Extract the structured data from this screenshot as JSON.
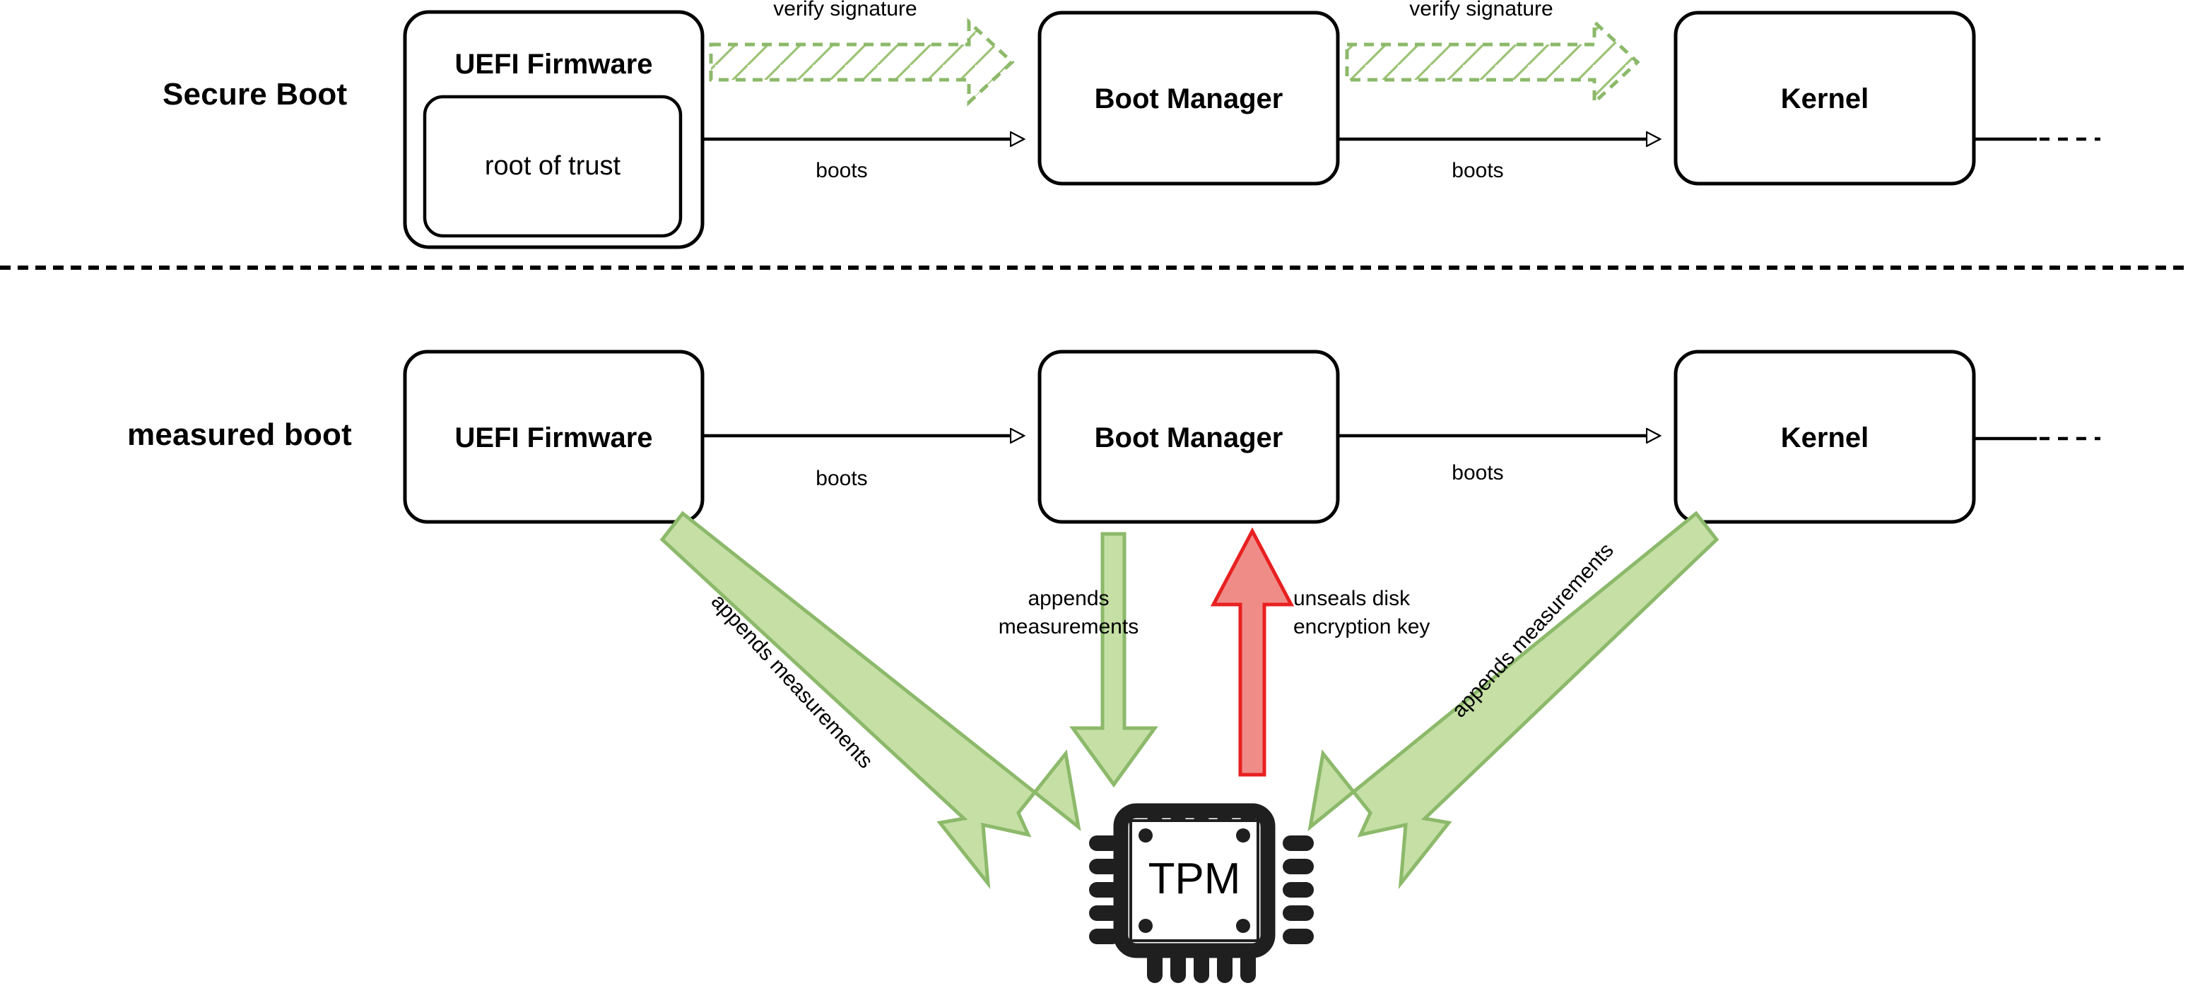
{
  "diagram": {
    "title_hidden": "Secure Boot and Measured Boot",
    "rows": [
      {
        "id": "secure-boot",
        "label": "Secure Boot",
        "nodes": [
          {
            "id": "uefi-firmware-top",
            "label": "UEFI Firmware",
            "inner_label": "root of trust"
          },
          {
            "id": "boot-manager-top",
            "label": "Boot Manager"
          },
          {
            "id": "kernel-top",
            "label": "Kernel"
          }
        ],
        "edges": [
          {
            "id": "verify-1",
            "label": "verify signature",
            "style": "dashed-block-arrow",
            "color": "#8cb96a"
          },
          {
            "id": "boots-1",
            "label": "boots",
            "style": "solid-line"
          },
          {
            "id": "verify-2",
            "label": "verify signature",
            "style": "dashed-block-arrow",
            "color": "#8cb96a"
          },
          {
            "id": "boots-2",
            "label": "boots",
            "style": "solid-line"
          }
        ]
      },
      {
        "id": "measured-boot",
        "label": "measured boot",
        "nodes": [
          {
            "id": "uefi-firmware-bottom",
            "label": "UEFI Firmware"
          },
          {
            "id": "boot-manager-bottom",
            "label": "Boot Manager"
          },
          {
            "id": "kernel-bottom",
            "label": "Kernel"
          }
        ],
        "edges": [
          {
            "id": "boots-3",
            "label": "boots",
            "style": "solid-line"
          },
          {
            "id": "boots-4",
            "label": "boots",
            "style": "solid-line"
          }
        ]
      }
    ],
    "tpm": {
      "id": "tpm-chip",
      "label": "TPM",
      "icon": "chip-icon"
    },
    "tpm_edges": [
      {
        "id": "appends-left",
        "label": "appends measurements",
        "color": "#c5dfa5",
        "direction": "to-tpm",
        "orientation": "diagonal-down-right"
      },
      {
        "id": "appends-mid",
        "label": "appends\nmeasurements",
        "color": "#c5dfa5",
        "direction": "to-tpm",
        "orientation": "vertical-down"
      },
      {
        "id": "unseals",
        "label": "unseals disk\nencryption key",
        "color": "#f08c88",
        "direction": "from-tpm",
        "orientation": "vertical-up"
      },
      {
        "id": "appends-right",
        "label": "appends measurements",
        "color": "#c5dfa5",
        "direction": "to-tpm",
        "orientation": "diagonal-down-left"
      }
    ],
    "colors": {
      "green_fill": "#c5dfa5",
      "green_stroke": "#8cb96a",
      "red_fill": "#f08c88",
      "red_stroke": "#e82020",
      "line": "#000000",
      "chip": "#1f1f1f",
      "background": "#ffffff"
    },
    "divider": {
      "id": "section-divider",
      "style": "dashed"
    }
  }
}
